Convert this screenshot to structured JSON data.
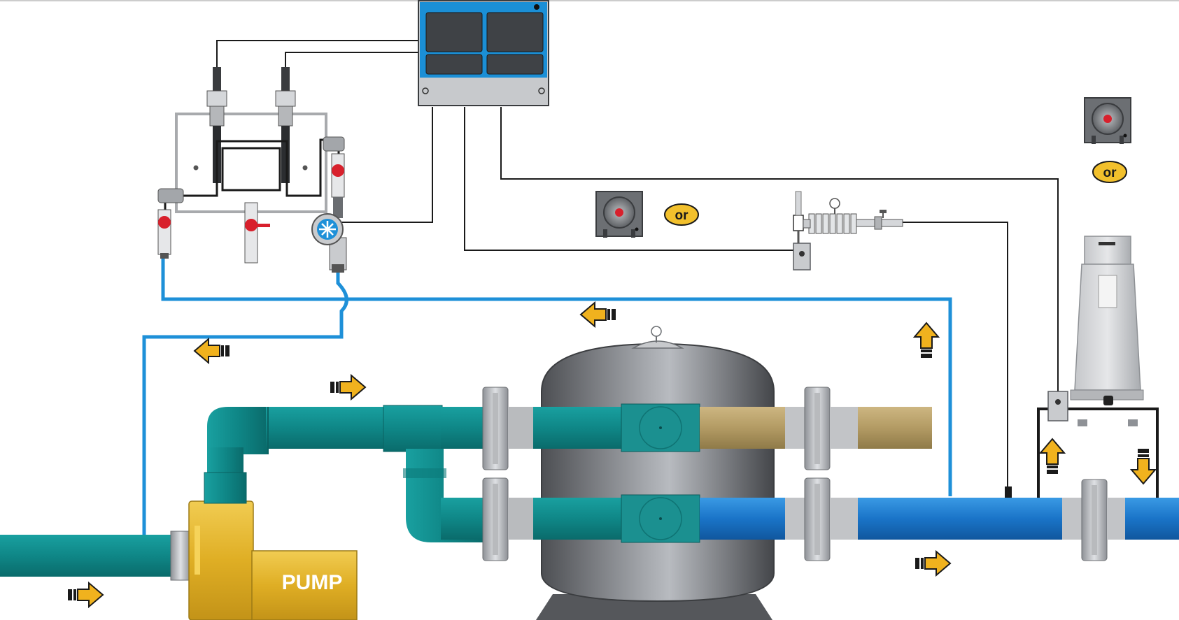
{
  "labels": {
    "pump": "PUMP",
    "alt_a": "or",
    "alt_b": "or"
  },
  "colors": {
    "teal_pipe": "#0f8a8a",
    "blue_pipe": "#1e7fd0",
    "sample_line": "#1e90d8",
    "tan_pipe": "#b7a06a",
    "pump_yellow": "#e4b52a",
    "controller_blue": "#1b8fd6",
    "arrow_fill": "#f0b21e",
    "label_badge": "#f2c02c"
  },
  "icons": [
    "flow-arrow-icon",
    "peristaltic-pump-icon",
    "pressure-gauge-icon",
    "flow-sensor-icon",
    "ball-valve-icon"
  ]
}
